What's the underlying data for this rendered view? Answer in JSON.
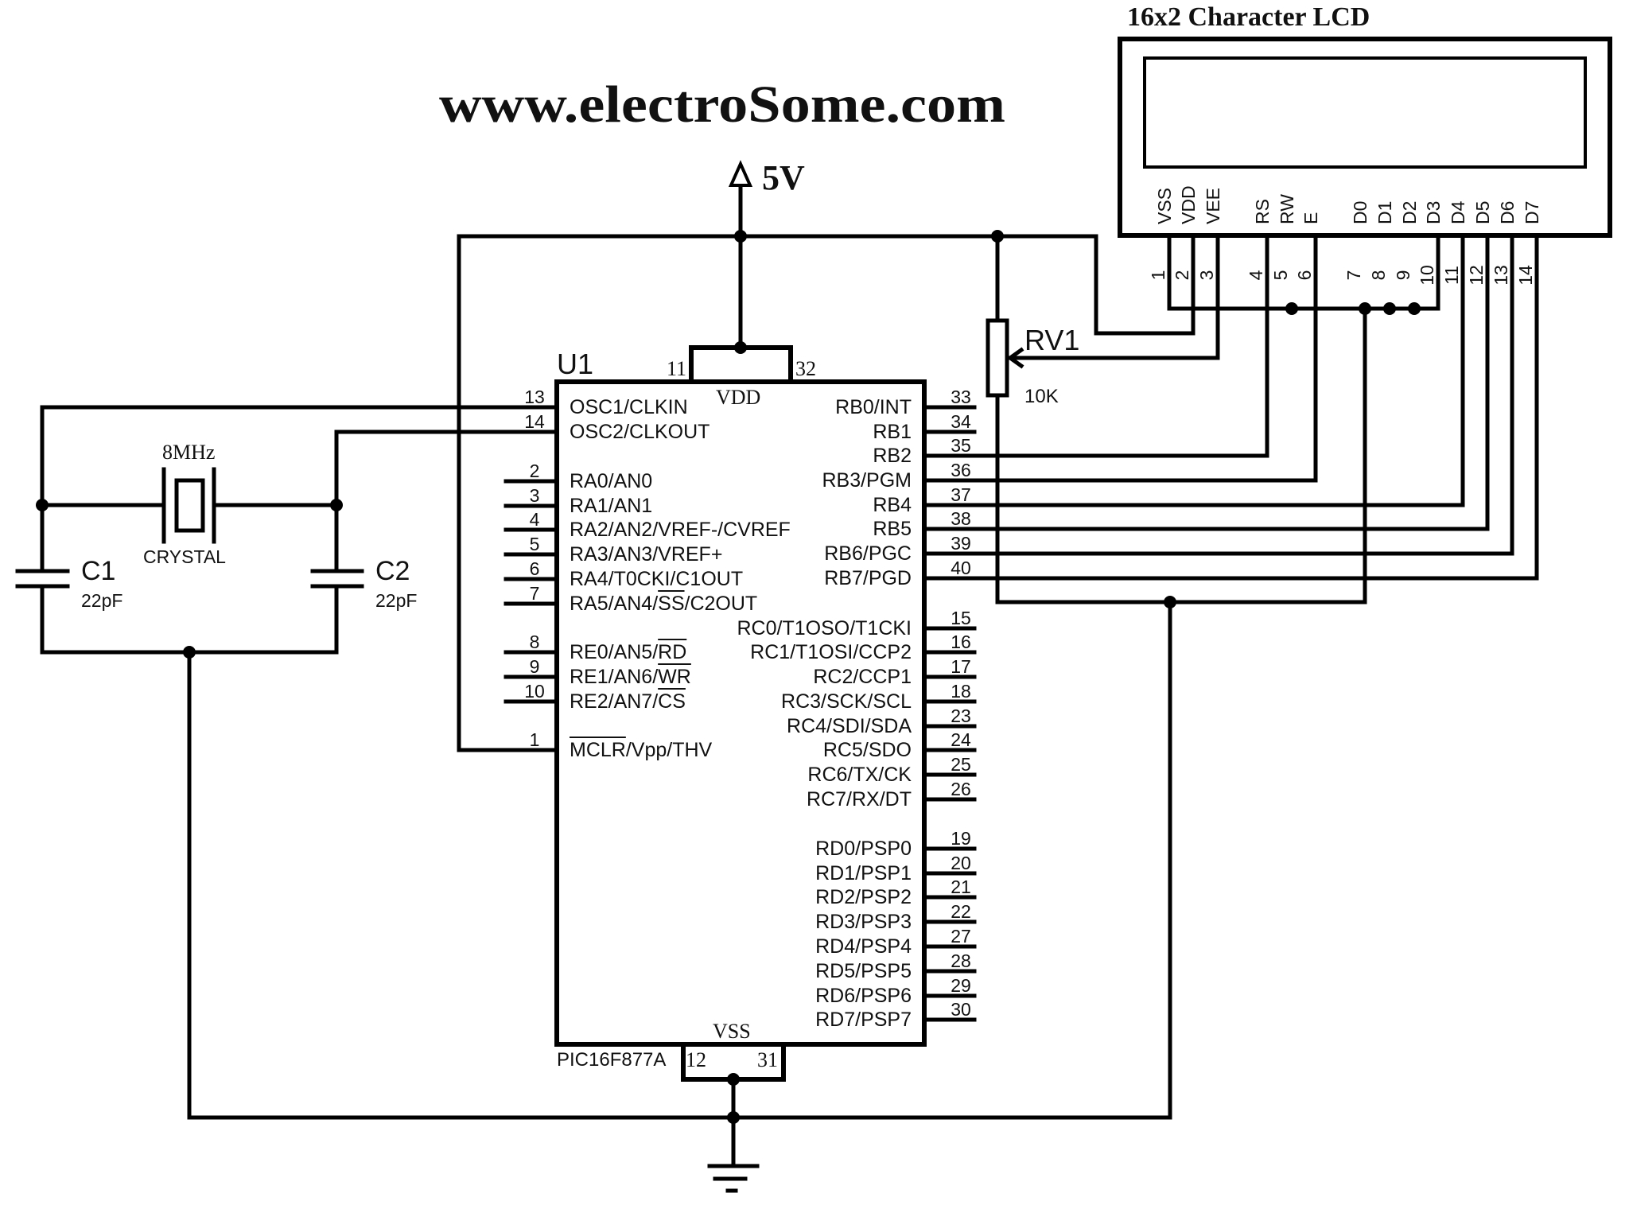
{
  "header": {
    "website": "www.electroSome.com",
    "supply_label": "5V",
    "supply_color": "#3F3FB0"
  },
  "mcu": {
    "ref": "U1",
    "part": "PIC16F877A",
    "vdd_label": "VDD",
    "vss_label": "VSS",
    "vdd_pins": [
      "11",
      "32"
    ],
    "vss_pins": [
      "12",
      "31"
    ],
    "left_pins": [
      {
        "num": "13",
        "label": "OSC1/CLKIN"
      },
      {
        "num": "14",
        "label": "OSC2/CLKOUT"
      },
      {
        "num": "2",
        "label": "RA0/AN0"
      },
      {
        "num": "3",
        "label": "RA1/AN1"
      },
      {
        "num": "4",
        "label": "RA2/AN2/VREF-/CVREF"
      },
      {
        "num": "5",
        "label": "RA3/AN3/VREF+"
      },
      {
        "num": "6",
        "label": "RA4/T0CKI/C1OUT"
      },
      {
        "num": "7",
        "label": "RA5/AN4/SS/C2OUT",
        "overline": "SS"
      },
      {
        "num": "8",
        "label": "RE0/AN5/RD",
        "overline": "RD"
      },
      {
        "num": "9",
        "label": "RE1/AN6/WR",
        "overline": "WR"
      },
      {
        "num": "10",
        "label": "RE2/AN7/CS",
        "overline": "CS"
      },
      {
        "num": "1",
        "label": "MCLR/Vpp/THV",
        "overline": "MCLR"
      }
    ],
    "right_pins": [
      {
        "num": "33",
        "label": "RB0/INT"
      },
      {
        "num": "34",
        "label": "RB1"
      },
      {
        "num": "35",
        "label": "RB2"
      },
      {
        "num": "36",
        "label": "RB3/PGM"
      },
      {
        "num": "37",
        "label": "RB4"
      },
      {
        "num": "38",
        "label": "RB5"
      },
      {
        "num": "39",
        "label": "RB6/PGC"
      },
      {
        "num": "40",
        "label": "RB7/PGD"
      },
      {
        "num": "15",
        "label": "RC0/T1OSO/T1CKI"
      },
      {
        "num": "16",
        "label": "RC1/T1OSI/CCP2"
      },
      {
        "num": "17",
        "label": "RC2/CCP1"
      },
      {
        "num": "18",
        "label": "RC3/SCK/SCL"
      },
      {
        "num": "23",
        "label": "RC4/SDI/SDA"
      },
      {
        "num": "24",
        "label": "RC5/SDO"
      },
      {
        "num": "25",
        "label": "RC6/TX/CK"
      },
      {
        "num": "26",
        "label": "RC7/RX/DT"
      },
      {
        "num": "19",
        "label": "RD0/PSP0"
      },
      {
        "num": "20",
        "label": "RD1/PSP1"
      },
      {
        "num": "21",
        "label": "RD2/PSP2"
      },
      {
        "num": "22",
        "label": "RD3/PSP3"
      },
      {
        "num": "27",
        "label": "RD4/PSP4"
      },
      {
        "num": "28",
        "label": "RD5/PSP5"
      },
      {
        "num": "29",
        "label": "RD6/PSP6"
      },
      {
        "num": "30",
        "label": "RD7/PSP7"
      }
    ]
  },
  "crystal": {
    "freq": "8MHz",
    "label": "CRYSTAL"
  },
  "capacitors": [
    {
      "ref": "C1",
      "value": "22pF"
    },
    {
      "ref": "C2",
      "value": "22pF"
    }
  ],
  "potentiometer": {
    "ref": "RV1",
    "value": "10K"
  },
  "lcd": {
    "title": "16x2 Character LCD",
    "pins": [
      {
        "num": "1",
        "label": "VSS"
      },
      {
        "num": "2",
        "label": "VDD"
      },
      {
        "num": "3",
        "label": "VEE"
      },
      {
        "num": "4",
        "label": "RS"
      },
      {
        "num": "5",
        "label": "RW"
      },
      {
        "num": "6",
        "label": "E"
      },
      {
        "num": "7",
        "label": "D0"
      },
      {
        "num": "8",
        "label": "D1"
      },
      {
        "num": "9",
        "label": "D2"
      },
      {
        "num": "10",
        "label": "D3"
      },
      {
        "num": "11",
        "label": "D4"
      },
      {
        "num": "12",
        "label": "D5"
      },
      {
        "num": "13",
        "label": "D6"
      },
      {
        "num": "14",
        "label": "D7"
      }
    ]
  }
}
